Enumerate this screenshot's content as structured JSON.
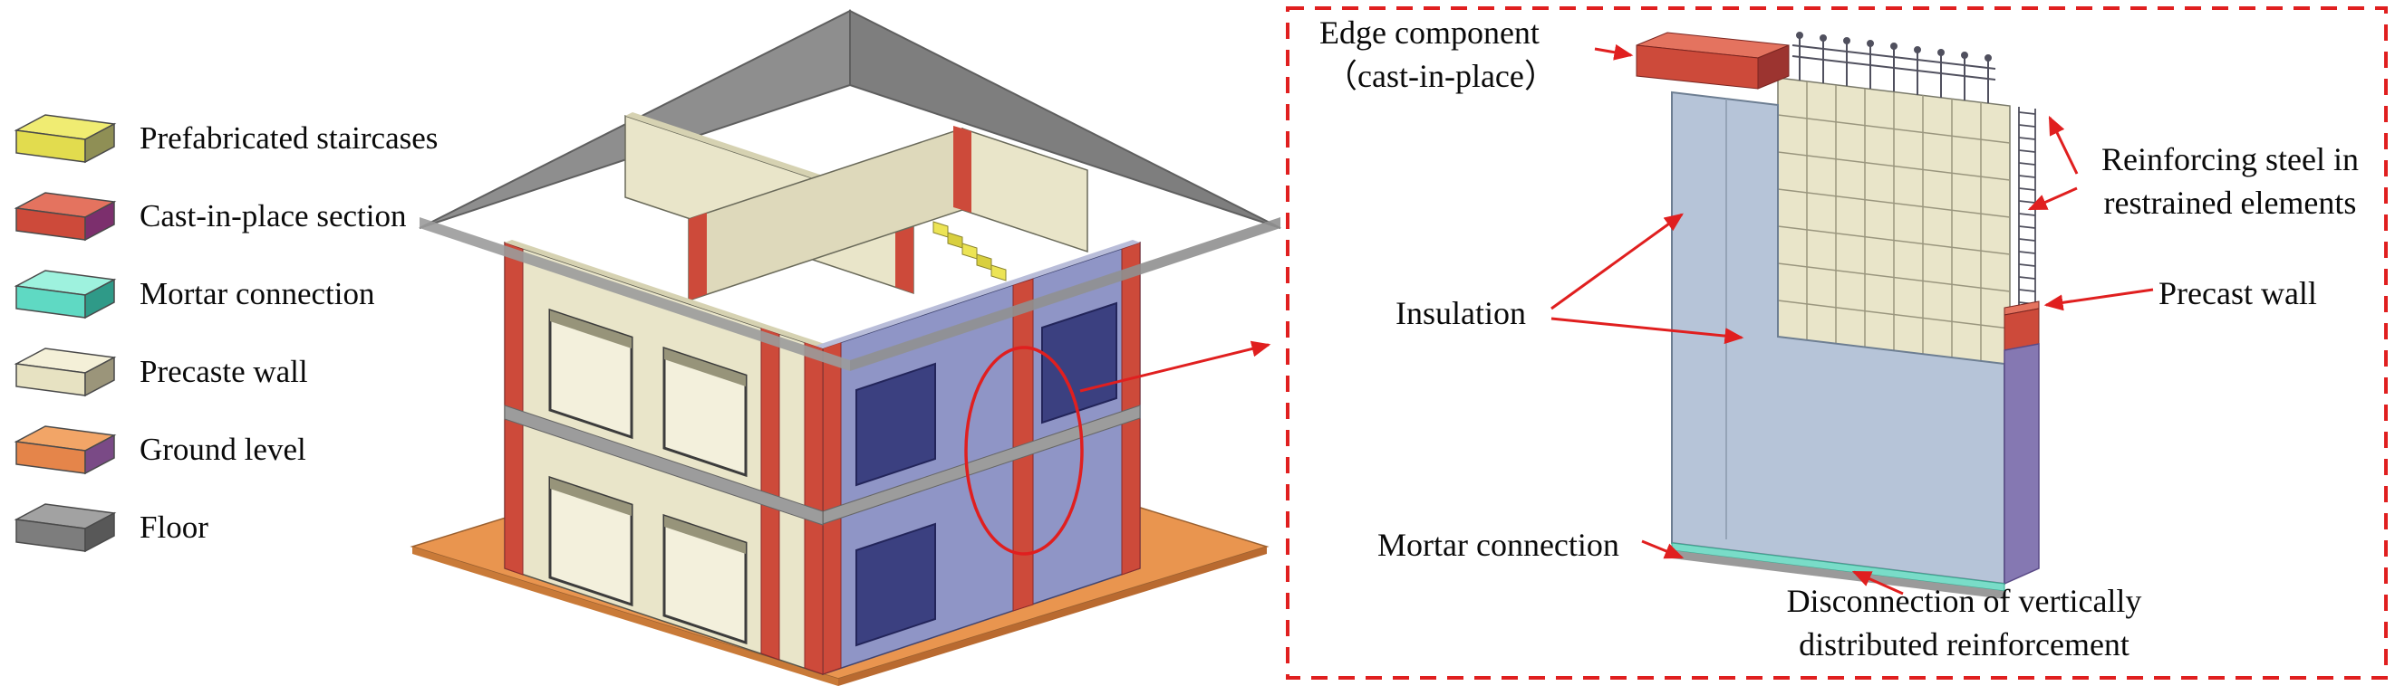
{
  "legend": {
    "items": [
      {
        "label": "Prefabricated staircases",
        "top": "#f0ec72",
        "front": "#e2dc4e",
        "side": "#8f8f55"
      },
      {
        "label": "Cast-in-place section",
        "top": "#e4735f",
        "front": "#cd4a3a",
        "side": "#7c2f6d"
      },
      {
        "label": "Mortar connection",
        "top": "#9ef2de",
        "front": "#5fd9c3",
        "side": "#2f9a88"
      },
      {
        "label": "Precaste wall",
        "top": "#f4f0d8",
        "front": "#e7e2c2",
        "side": "#9b957a"
      },
      {
        "label": "Ground level",
        "top": "#f2a567",
        "front": "#e5854a",
        "side": "#7a4a86"
      },
      {
        "label": "Floor",
        "top": "#a2a2a2",
        "front": "#7d7d7d",
        "side": "#585858"
      }
    ]
  },
  "colors": {
    "precast_wall_face": "#e9e5c9",
    "purple_wall_face": "#8f95c6",
    "cast_in_place_red": "#cd4a3a",
    "ground_orange": "#e9954f",
    "floor_gray": "#9c9c9c",
    "roof_gray": "#8e8e8e",
    "staircase_yellow": "#ece455",
    "insulation_blue": "#b6c4d8",
    "mortar_teal": "#79dcc8",
    "annotation_red": "#e01f1f"
  },
  "detail": {
    "labels": {
      "edge_component": {
        "line1": "Edge component",
        "line2": "（cast-in-place）"
      },
      "reinforcing_steel": {
        "line1": "Reinforcing steel in",
        "line2": "restrained elements"
      },
      "insulation": "Insulation",
      "precast_wall": "Precast wall",
      "mortar_connection": "Mortar connection",
      "disconnection": {
        "line1": "Disconnection of vertically",
        "line2": "distributed reinforcement"
      }
    }
  }
}
